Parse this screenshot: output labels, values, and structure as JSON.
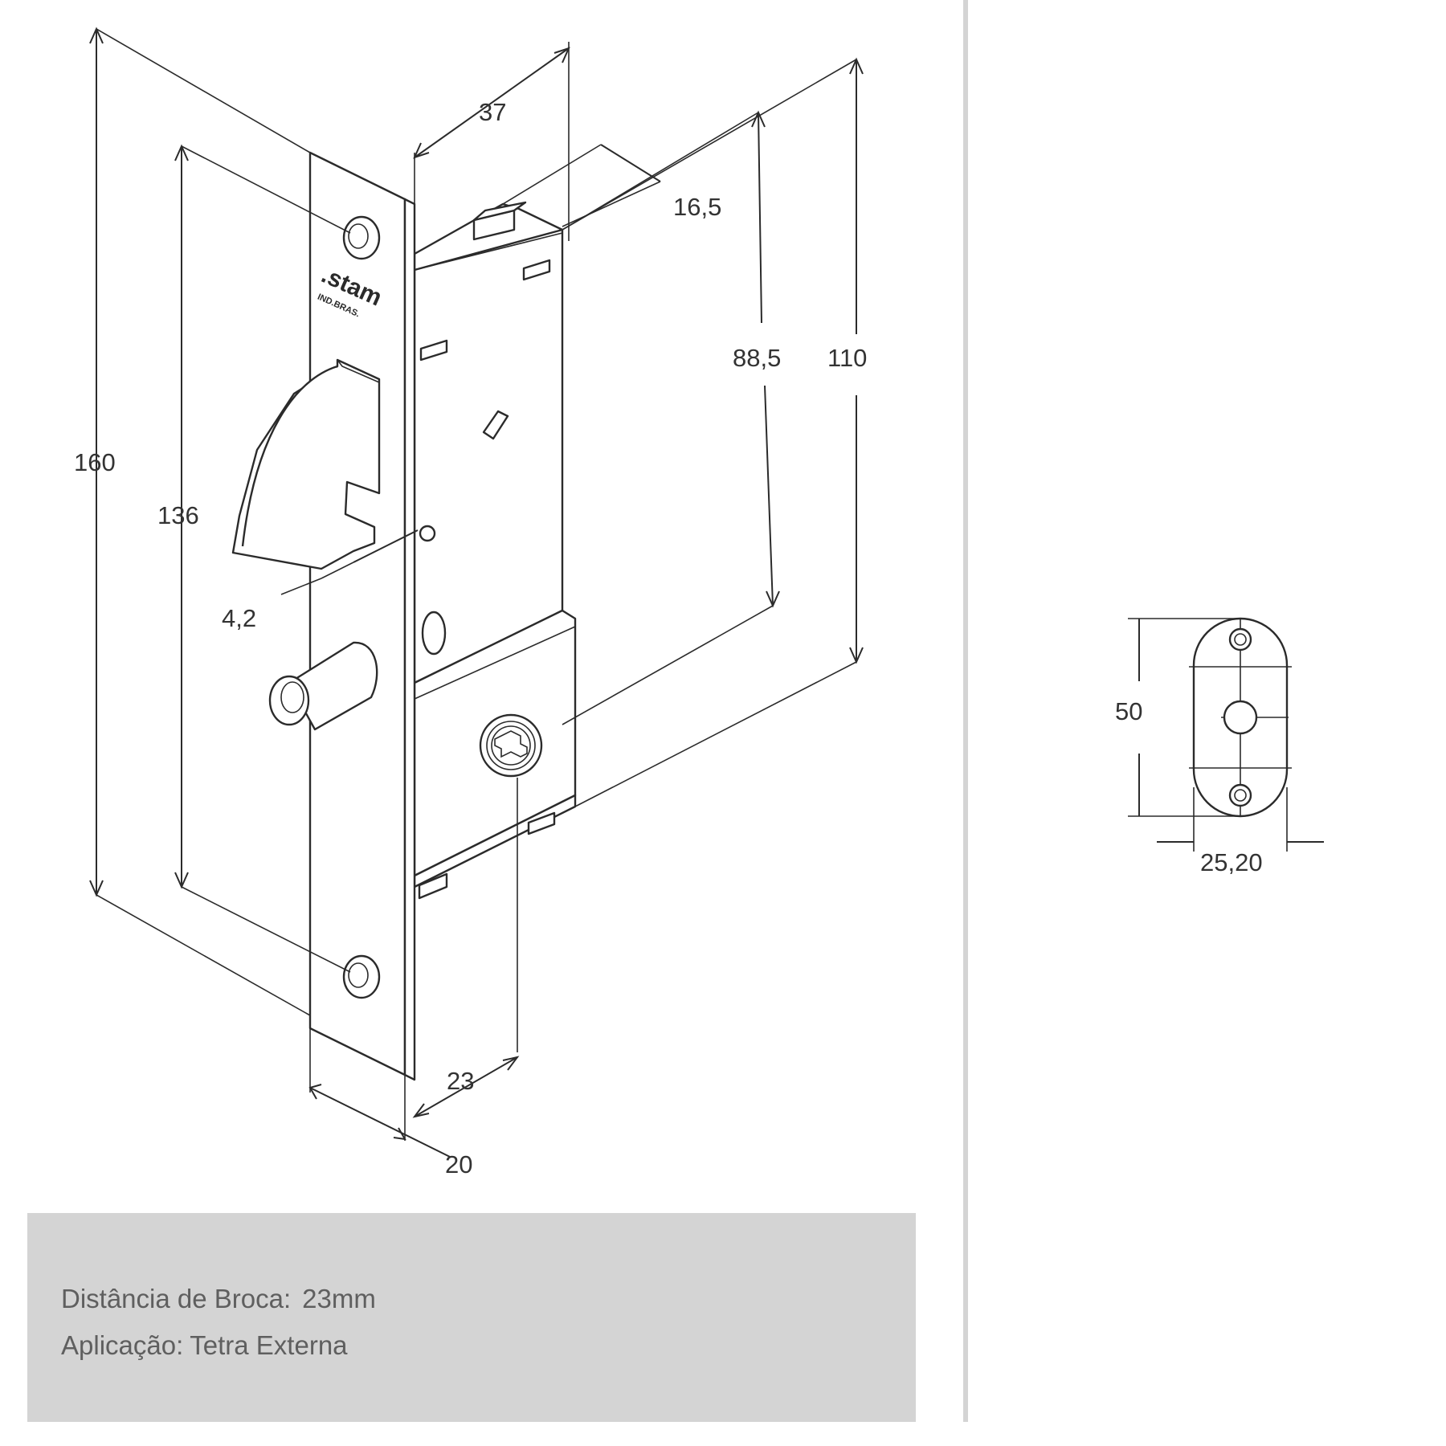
{
  "brand": {
    "logo_text": ".stam",
    "logo_subtext": "IND.BRAS."
  },
  "dimensions": {
    "d160": "160",
    "d136": "136",
    "d37": "37",
    "d16_5": "16,5",
    "d88_5": "88,5",
    "d110": "110",
    "d4_2": "4,2",
    "d23": "23",
    "d20": "20",
    "d50": "50",
    "d25_20": "25,20"
  },
  "info": {
    "drill_label": "Distância de Broca:",
    "drill_value": "23mm",
    "application_label": "Aplicação:",
    "application_value": "Tetra Externa"
  },
  "colors": {
    "line": "#2b2b2b",
    "panel": "#d4d4d4",
    "text": "#5f5f5f"
  }
}
